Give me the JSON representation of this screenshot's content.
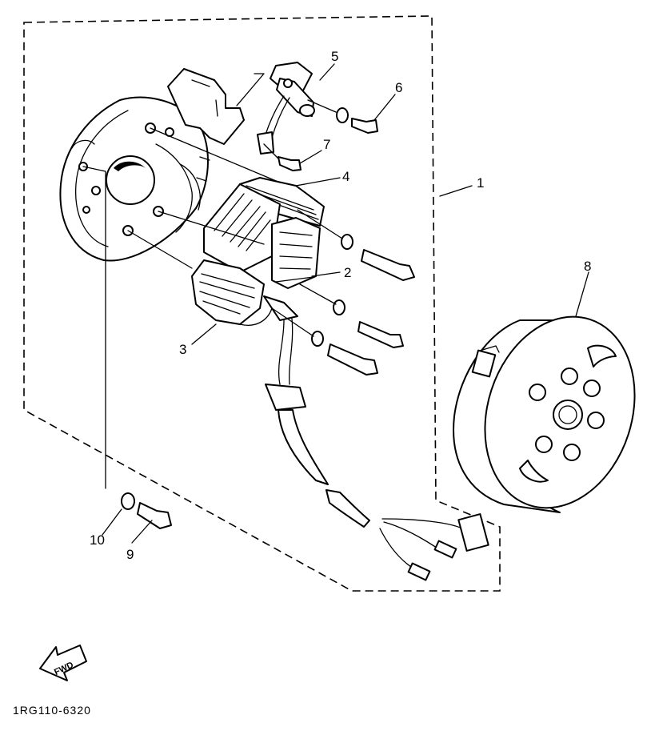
{
  "diagram": {
    "callouts": [
      "1",
      "2",
      "3",
      "4",
      "5",
      "6",
      "7",
      "8",
      "9",
      "10"
    ],
    "fwd_label": "FWD",
    "reference_code": "1RG110-6320"
  }
}
